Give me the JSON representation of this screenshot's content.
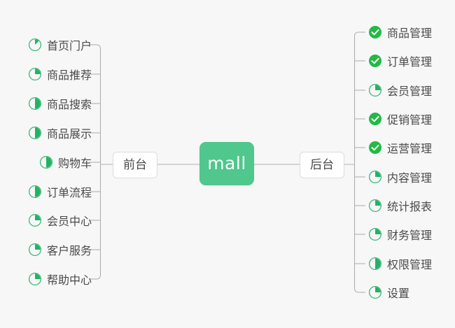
{
  "diagram": {
    "title": "mall mind map",
    "background_color": "#f7f7f7",
    "center": {
      "label": "mall",
      "color": "#4fc78d",
      "text_color": "#ffffff"
    },
    "branches": [
      {
        "id": "frontend",
        "label": "前台",
        "side": "left"
      },
      {
        "id": "backend",
        "label": "后台",
        "side": "right"
      }
    ],
    "connector_color": "#b0b0b0",
    "icon_colors": {
      "progress_ring": "#3cba79",
      "progress_fill": "#21b263",
      "done_circle": "#21ba45",
      "done_check": "#ffffff"
    },
    "left_items": [
      {
        "label": "首页门户",
        "icon": "progress-eighth-icon",
        "status": "pie-eighth"
      },
      {
        "label": "商品推荐",
        "icon": "progress-quarter-icon",
        "status": "pie-quarter"
      },
      {
        "label": "商品搜索",
        "icon": "progress-half-icon",
        "status": "pie-half"
      },
      {
        "label": "商品展示",
        "icon": "progress-half-icon",
        "status": "pie-half"
      },
      {
        "label": "购物车",
        "icon": "progress-half-icon",
        "status": "pie-half"
      },
      {
        "label": "订单流程",
        "icon": "progress-half-icon",
        "status": "pie-half"
      },
      {
        "label": "会员中心",
        "icon": "progress-quarter-icon",
        "status": "pie-quarter"
      },
      {
        "label": "客户服务",
        "icon": "progress-quarter-icon",
        "status": "pie-quarter"
      },
      {
        "label": "帮助中心",
        "icon": "progress-quarter-icon",
        "status": "pie-quarter"
      }
    ],
    "right_items": [
      {
        "label": "商品管理",
        "icon": "check-circle-icon",
        "status": "done"
      },
      {
        "label": "订单管理",
        "icon": "check-circle-icon",
        "status": "done"
      },
      {
        "label": "会员管理",
        "icon": "progress-quarter-icon",
        "status": "pie-quarter"
      },
      {
        "label": "促销管理",
        "icon": "check-circle-icon",
        "status": "done"
      },
      {
        "label": "运营管理",
        "icon": "check-circle-icon",
        "status": "done"
      },
      {
        "label": "内容管理",
        "icon": "progress-quarter-icon",
        "status": "pie-quarter"
      },
      {
        "label": "统计报表",
        "icon": "progress-quarter-icon",
        "status": "pie-quarter"
      },
      {
        "label": "财务管理",
        "icon": "progress-quarter-icon",
        "status": "pie-quarter"
      },
      {
        "label": "权限管理",
        "icon": "progress-half-icon",
        "status": "pie-half"
      },
      {
        "label": "设置",
        "icon": "progress-quarter-icon",
        "status": "pie-quarter"
      }
    ]
  }
}
